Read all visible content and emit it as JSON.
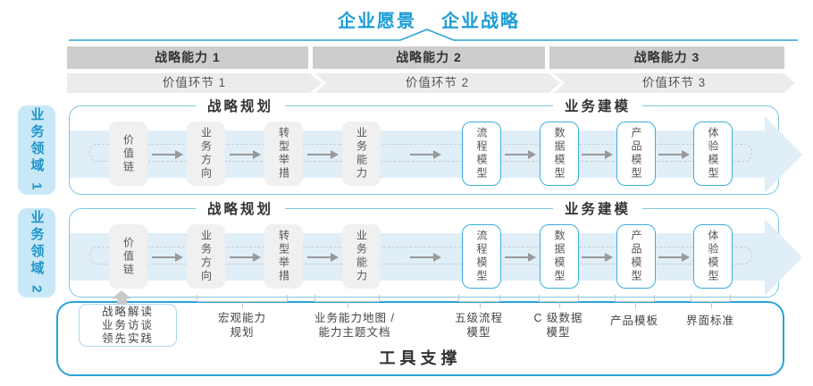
{
  "title": {
    "vision": "企业愿景",
    "strategy": "企业战略"
  },
  "strategic_capabilities": [
    "战略能力 1",
    "战略能力 2",
    "战略能力 3"
  ],
  "value_links": [
    "价值环节 1",
    "价值环节 2",
    "价值环节 3"
  ],
  "domains": [
    {
      "label": "业务领域 1",
      "planning_header": "战略规划",
      "modeling_header": "业务建模",
      "strategy_boxes": [
        "价值链",
        "业务方向",
        "转型举措",
        "业务能力"
      ],
      "model_boxes": [
        "流程模型",
        "数据模型",
        "产品模型",
        "体验模型"
      ]
    },
    {
      "label": "业务领域 2",
      "planning_header": "战略规划",
      "modeling_header": "业务建模",
      "strategy_boxes": [
        "价值链",
        "业务方向",
        "转型举措",
        "业务能力"
      ],
      "model_boxes": [
        "流程模型",
        "数据模型",
        "产品模型",
        "体验模型"
      ]
    }
  ],
  "annotations": {
    "practice_box_lines": [
      "战略解读",
      "业务访谈",
      "领先实践"
    ],
    "labels": [
      "宏观能力\n规划",
      "业务能力地图 /\n能力主题文档",
      "五级流程\n模型",
      "C 级数据\n模型",
      "产品模板",
      "界面标准"
    ]
  },
  "footer": {
    "label": "工具支撑"
  },
  "colors": {
    "accent_blue": "#1a9dd9",
    "line_blue": "#2aa3d8",
    "panel_border": "#7fc6e2",
    "box_border_blue": "#3caedd",
    "bar_gray": "#cdcdcd",
    "chevron_gray": "#ececec",
    "sidebar_fill": "#c9e8f7",
    "band_fill": "#e0eef8"
  }
}
